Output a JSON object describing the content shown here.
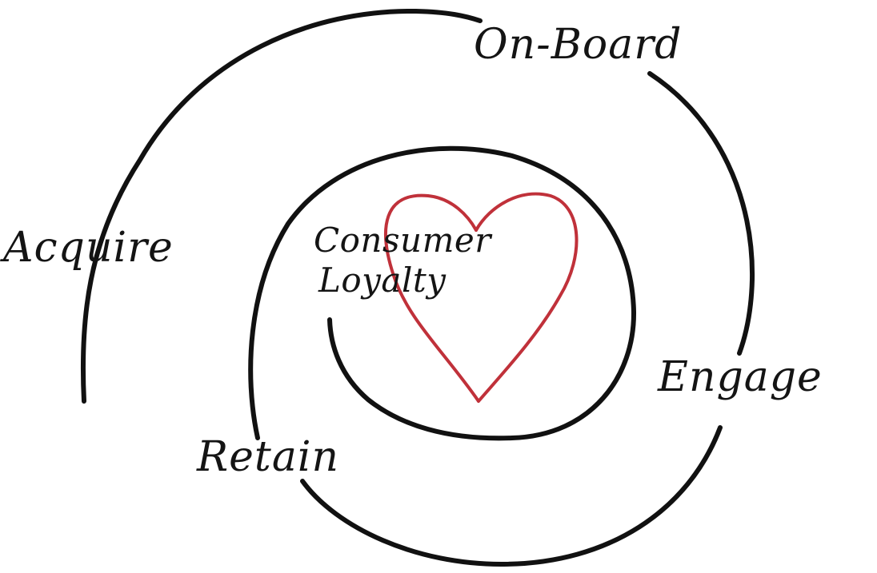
{
  "diagram": {
    "stages": {
      "onboard": "On-Board",
      "acquire": "Acquire",
      "engage": "Engage",
      "retain": "Retain"
    },
    "center": {
      "line1": "Consumer",
      "line2": "Loyalty"
    },
    "colors": {
      "line": "#111111",
      "heart": "#c0313a",
      "background": "#ffffff"
    },
    "icons": {
      "center": "heart-icon",
      "path": "spiral"
    }
  }
}
